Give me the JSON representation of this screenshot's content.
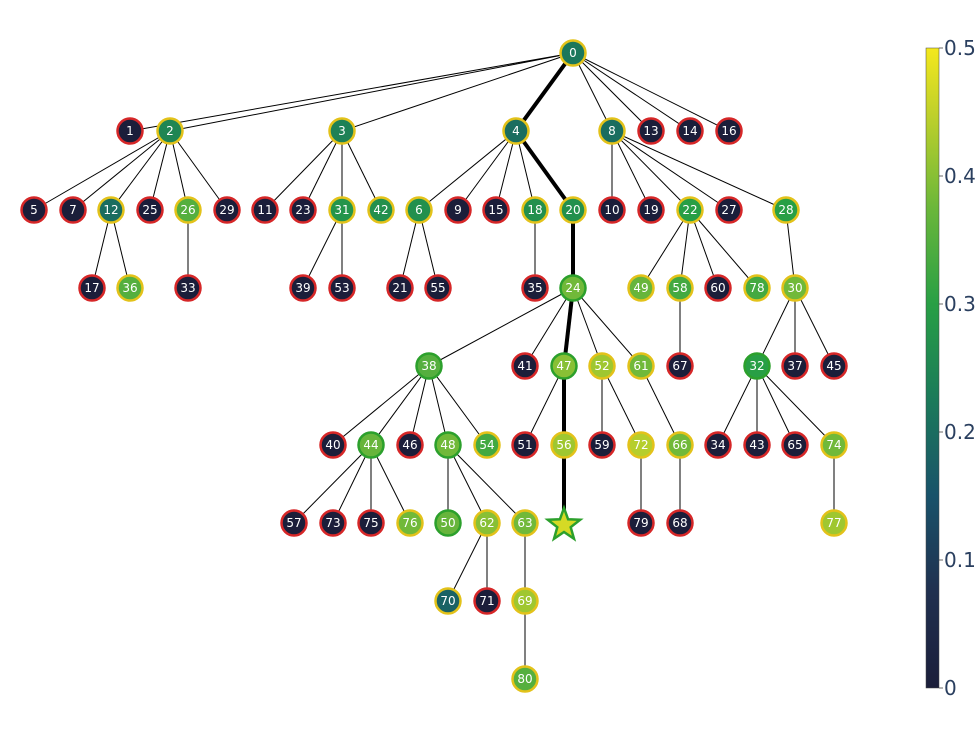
{
  "tree": {
    "root": "0",
    "nodes": [
      {
        "id": "0",
        "label": "0",
        "value": 0.22,
        "ring": "yellow"
      },
      {
        "id": "1",
        "label": "1",
        "value": 0.0,
        "ring": "red"
      },
      {
        "id": "2",
        "label": "2",
        "value": 0.25,
        "ring": "yellow"
      },
      {
        "id": "3",
        "label": "3",
        "value": 0.24,
        "ring": "yellow"
      },
      {
        "id": "4",
        "label": "4",
        "value": 0.2,
        "ring": "yellow"
      },
      {
        "id": "8",
        "label": "8",
        "value": 0.2,
        "ring": "yellow"
      },
      {
        "id": "13",
        "label": "13",
        "value": 0.0,
        "ring": "red"
      },
      {
        "id": "14",
        "label": "14",
        "value": 0.0,
        "ring": "red"
      },
      {
        "id": "16",
        "label": "16",
        "value": 0.0,
        "ring": "red"
      },
      {
        "id": "5",
        "label": "5",
        "value": 0.0,
        "ring": "red"
      },
      {
        "id": "7",
        "label": "7",
        "value": 0.0,
        "ring": "red"
      },
      {
        "id": "12",
        "label": "12",
        "value": 0.2,
        "ring": "yellow"
      },
      {
        "id": "25",
        "label": "25",
        "value": 0.0,
        "ring": "red"
      },
      {
        "id": "26",
        "label": "26",
        "value": 0.35,
        "ring": "yellow"
      },
      {
        "id": "29",
        "label": "29",
        "value": 0.0,
        "ring": "red"
      },
      {
        "id": "11",
        "label": "11",
        "value": 0.0,
        "ring": "red"
      },
      {
        "id": "23",
        "label": "23",
        "value": 0.0,
        "ring": "red"
      },
      {
        "id": "31",
        "label": "31",
        "value": 0.28,
        "ring": "yellow"
      },
      {
        "id": "42",
        "label": "42",
        "value": 0.27,
        "ring": "yellow"
      },
      {
        "id": "6",
        "label": "6",
        "value": 0.27,
        "ring": "yellow"
      },
      {
        "id": "9",
        "label": "9",
        "value": 0.0,
        "ring": "red"
      },
      {
        "id": "15",
        "label": "15",
        "value": 0.0,
        "ring": "red"
      },
      {
        "id": "18",
        "label": "18",
        "value": 0.27,
        "ring": "yellow"
      },
      {
        "id": "20",
        "label": "20",
        "value": 0.27,
        "ring": "yellow"
      },
      {
        "id": "10",
        "label": "10",
        "value": 0.0,
        "ring": "red"
      },
      {
        "id": "19",
        "label": "19",
        "value": 0.0,
        "ring": "red"
      },
      {
        "id": "22",
        "label": "22",
        "value": 0.3,
        "ring": "yellow"
      },
      {
        "id": "27",
        "label": "27",
        "value": 0.0,
        "ring": "red"
      },
      {
        "id": "28",
        "label": "28",
        "value": 0.3,
        "ring": "yellow"
      },
      {
        "id": "17",
        "label": "17",
        "value": 0.0,
        "ring": "red"
      },
      {
        "id": "36",
        "label": "36",
        "value": 0.35,
        "ring": "yellow"
      },
      {
        "id": "33",
        "label": "33",
        "value": 0.0,
        "ring": "red"
      },
      {
        "id": "39",
        "label": "39",
        "value": 0.0,
        "ring": "red"
      },
      {
        "id": "53",
        "label": "53",
        "value": 0.0,
        "ring": "red"
      },
      {
        "id": "21",
        "label": "21",
        "value": 0.0,
        "ring": "red"
      },
      {
        "id": "55",
        "label": "55",
        "value": 0.0,
        "ring": "red"
      },
      {
        "id": "35",
        "label": "35",
        "value": 0.0,
        "ring": "red"
      },
      {
        "id": "24",
        "label": "24",
        "value": 0.38,
        "ring": "green"
      },
      {
        "id": "49",
        "label": "49",
        "value": 0.37,
        "ring": "yellow"
      },
      {
        "id": "58",
        "label": "58",
        "value": 0.33,
        "ring": "yellow"
      },
      {
        "id": "60",
        "label": "60",
        "value": 0.0,
        "ring": "red"
      },
      {
        "id": "78",
        "label": "78",
        "value": 0.33,
        "ring": "yellow"
      },
      {
        "id": "30",
        "label": "30",
        "value": 0.38,
        "ring": "yellow"
      },
      {
        "id": "38",
        "label": "38",
        "value": 0.35,
        "ring": "green"
      },
      {
        "id": "41",
        "label": "41",
        "value": 0.0,
        "ring": "red"
      },
      {
        "id": "47",
        "label": "47",
        "value": 0.4,
        "ring": "green"
      },
      {
        "id": "52",
        "label": "52",
        "value": 0.42,
        "ring": "yellow"
      },
      {
        "id": "61",
        "label": "61",
        "value": 0.38,
        "ring": "yellow"
      },
      {
        "id": "67",
        "label": "67",
        "value": 0.0,
        "ring": "red"
      },
      {
        "id": "32",
        "label": "32",
        "value": 0.3,
        "ring": "green"
      },
      {
        "id": "37",
        "label": "37",
        "value": 0.0,
        "ring": "red"
      },
      {
        "id": "45",
        "label": "45",
        "value": 0.0,
        "ring": "red"
      },
      {
        "id": "40",
        "label": "40",
        "value": 0.0,
        "ring": "red"
      },
      {
        "id": "44",
        "label": "44",
        "value": 0.37,
        "ring": "green"
      },
      {
        "id": "46",
        "label": "46",
        "value": 0.0,
        "ring": "red"
      },
      {
        "id": "48",
        "label": "48",
        "value": 0.38,
        "ring": "green"
      },
      {
        "id": "54",
        "label": "54",
        "value": 0.33,
        "ring": "yellow"
      },
      {
        "id": "51",
        "label": "51",
        "value": 0.0,
        "ring": "red"
      },
      {
        "id": "56",
        "label": "56",
        "value": 0.42,
        "ring": "yellow"
      },
      {
        "id": "59",
        "label": "59",
        "value": 0.0,
        "ring": "red"
      },
      {
        "id": "72",
        "label": "72",
        "value": 0.44,
        "ring": "yellow"
      },
      {
        "id": "66",
        "label": "66",
        "value": 0.38,
        "ring": "yellow"
      },
      {
        "id": "34",
        "label": "34",
        "value": 0.0,
        "ring": "red"
      },
      {
        "id": "43",
        "label": "43",
        "value": 0.0,
        "ring": "red"
      },
      {
        "id": "65",
        "label": "65",
        "value": 0.0,
        "ring": "red"
      },
      {
        "id": "74",
        "label": "74",
        "value": 0.38,
        "ring": "yellow"
      },
      {
        "id": "57",
        "label": "57",
        "value": 0.0,
        "ring": "red"
      },
      {
        "id": "73",
        "label": "73",
        "value": 0.0,
        "ring": "red"
      },
      {
        "id": "75",
        "label": "75",
        "value": 0.0,
        "ring": "red"
      },
      {
        "id": "76",
        "label": "76",
        "value": 0.38,
        "ring": "yellow"
      },
      {
        "id": "50",
        "label": "50",
        "value": 0.37,
        "ring": "green"
      },
      {
        "id": "62",
        "label": "62",
        "value": 0.4,
        "ring": "yellow"
      },
      {
        "id": "63",
        "label": "63",
        "value": 0.38,
        "ring": "yellow"
      },
      {
        "id": "goal",
        "label": "",
        "value": 0.47,
        "ring": "green",
        "shape": "star"
      },
      {
        "id": "79",
        "label": "79",
        "value": 0.0,
        "ring": "red"
      },
      {
        "id": "68",
        "label": "68",
        "value": 0.0,
        "ring": "red"
      },
      {
        "id": "77",
        "label": "77",
        "value": 0.42,
        "ring": "yellow"
      },
      {
        "id": "70",
        "label": "70",
        "value": 0.18,
        "ring": "yellow"
      },
      {
        "id": "71",
        "label": "71",
        "value": 0.0,
        "ring": "red"
      },
      {
        "id": "69",
        "label": "69",
        "value": 0.42,
        "ring": "yellow"
      },
      {
        "id": "80",
        "label": "80",
        "value": 0.35,
        "ring": "yellow"
      }
    ],
    "edges": [
      [
        "0",
        "1"
      ],
      [
        "0",
        "2"
      ],
      [
        "0",
        "3"
      ],
      [
        "0",
        "4"
      ],
      [
        "0",
        "8"
      ],
      [
        "0",
        "13"
      ],
      [
        "0",
        "14"
      ],
      [
        "0",
        "16"
      ],
      [
        "2",
        "5"
      ],
      [
        "2",
        "7"
      ],
      [
        "2",
        "12"
      ],
      [
        "2",
        "25"
      ],
      [
        "2",
        "26"
      ],
      [
        "2",
        "29"
      ],
      [
        "3",
        "11"
      ],
      [
        "3",
        "23"
      ],
      [
        "3",
        "31"
      ],
      [
        "3",
        "42"
      ],
      [
        "4",
        "6"
      ],
      [
        "4",
        "9"
      ],
      [
        "4",
        "15"
      ],
      [
        "4",
        "18"
      ],
      [
        "4",
        "20"
      ],
      [
        "8",
        "10"
      ],
      [
        "8",
        "19"
      ],
      [
        "8",
        "22"
      ],
      [
        "8",
        "27"
      ],
      [
        "8",
        "28"
      ],
      [
        "12",
        "17"
      ],
      [
        "12",
        "36"
      ],
      [
        "26",
        "33"
      ],
      [
        "31",
        "39"
      ],
      [
        "31",
        "53"
      ],
      [
        "6",
        "21"
      ],
      [
        "6",
        "55"
      ],
      [
        "18",
        "35"
      ],
      [
        "20",
        "24"
      ],
      [
        "22",
        "49"
      ],
      [
        "22",
        "58"
      ],
      [
        "22",
        "60"
      ],
      [
        "22",
        "78"
      ],
      [
        "28",
        "30"
      ],
      [
        "24",
        "38"
      ],
      [
        "24",
        "41"
      ],
      [
        "24",
        "47"
      ],
      [
        "24",
        "52"
      ],
      [
        "24",
        "61"
      ],
      [
        "58",
        "67"
      ],
      [
        "30",
        "32"
      ],
      [
        "30",
        "37"
      ],
      [
        "30",
        "45"
      ],
      [
        "38",
        "40"
      ],
      [
        "38",
        "44"
      ],
      [
        "38",
        "46"
      ],
      [
        "38",
        "48"
      ],
      [
        "38",
        "54"
      ],
      [
        "47",
        "51"
      ],
      [
        "47",
        "56"
      ],
      [
        "52",
        "59"
      ],
      [
        "52",
        "72"
      ],
      [
        "61",
        "66"
      ],
      [
        "32",
        "34"
      ],
      [
        "32",
        "43"
      ],
      [
        "32",
        "65"
      ],
      [
        "32",
        "74"
      ],
      [
        "44",
        "57"
      ],
      [
        "44",
        "73"
      ],
      [
        "44",
        "75"
      ],
      [
        "44",
        "76"
      ],
      [
        "48",
        "50"
      ],
      [
        "48",
        "62"
      ],
      [
        "48",
        "63"
      ],
      [
        "56",
        "goal"
      ],
      [
        "72",
        "79"
      ],
      [
        "66",
        "68"
      ],
      [
        "74",
        "77"
      ],
      [
        "62",
        "70"
      ],
      [
        "62",
        "71"
      ],
      [
        "63",
        "69"
      ],
      [
        "69",
        "80"
      ]
    ],
    "highlight_path": [
      "0",
      "4",
      "20",
      "24",
      "47",
      "56",
      "goal"
    ],
    "colors": {
      "ring_red": "#d62728",
      "ring_yellow": "#e3c21a",
      "ring_green": "#2ca02c",
      "edge": "#000000",
      "label": "#ffffff"
    }
  },
  "colorbar": {
    "colorscale": "Viridis",
    "min": 0,
    "max": 0.5,
    "ticks": [
      {
        "value": 0,
        "label": "0"
      },
      {
        "value": 0.1,
        "label": "0.1"
      },
      {
        "value": 0.2,
        "label": "0.2"
      },
      {
        "value": 0.3,
        "label": "0.3"
      },
      {
        "value": 0.4,
        "label": "0.4"
      },
      {
        "value": 0.5,
        "label": "0.5"
      }
    ]
  }
}
